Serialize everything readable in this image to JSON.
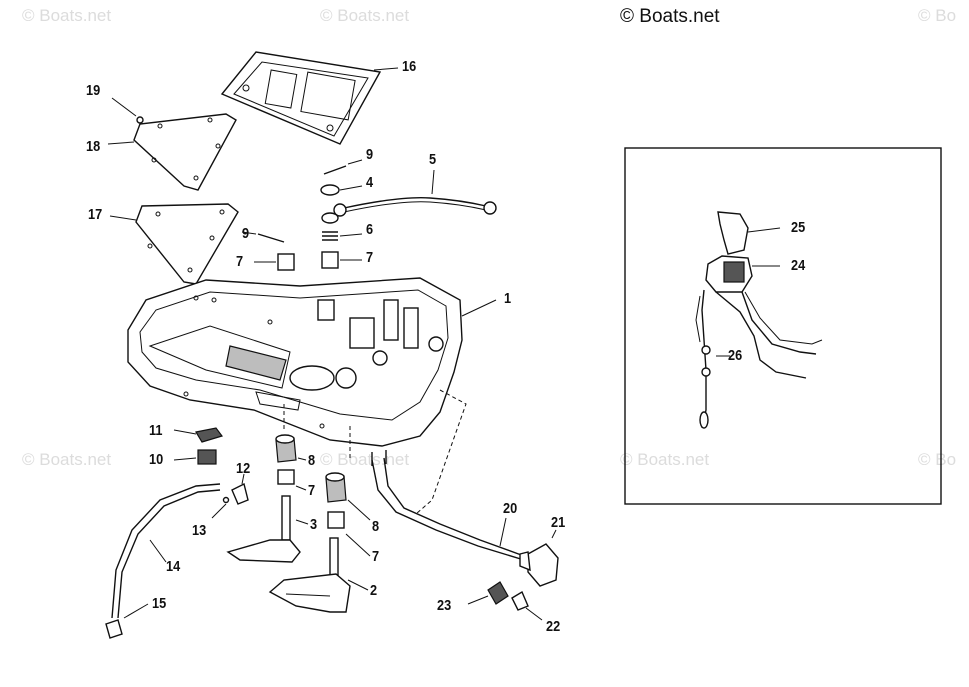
{
  "copyright": "© Boats.net",
  "watermarks": [
    "© Boats.net",
    "© Boats.net",
    "© Bo",
    "© Boats.net",
    "© Boats.net",
    "© Boats.net",
    "© Bo"
  ],
  "callouts": [
    "1",
    "2",
    "3",
    "4",
    "5",
    "6",
    "7",
    "7",
    "7",
    "7",
    "8",
    "8",
    "9",
    "9",
    "10",
    "11",
    "12",
    "13",
    "14",
    "15",
    "16",
    "17",
    "18",
    "19",
    "20",
    "21",
    "22",
    "23",
    "24",
    "25",
    "26"
  ],
  "colors": {
    "ink": "#111111",
    "watermark": "#dcdcdc",
    "background": "#ffffff"
  }
}
